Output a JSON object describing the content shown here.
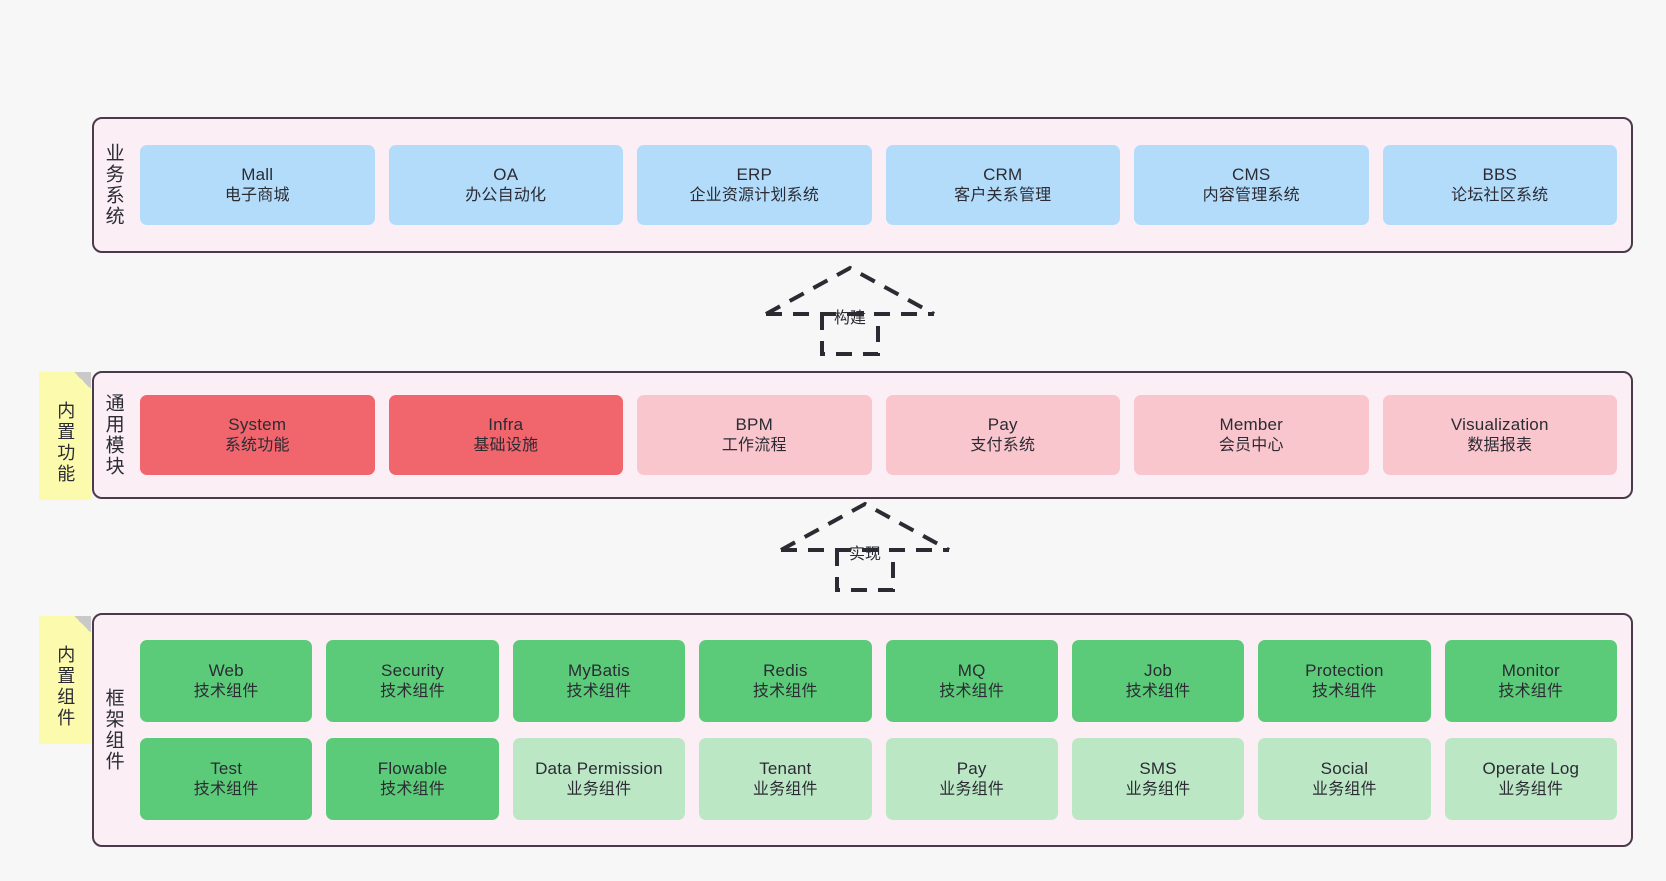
{
  "diagram": {
    "background_color": "#f7f7f7",
    "layer_fill": "#fbeef5",
    "layer_border": "#4b3a4a"
  },
  "colors": {
    "blue": "#b3dcfb",
    "red": "#f1656d",
    "pink": "#fac6ce",
    "green": "#5ccb79",
    "light_green": "#bbe7c5",
    "note_yellow": "#fcfaad"
  },
  "layers": [
    {
      "id": "business-systems",
      "label": "业务系统",
      "nodes": [
        {
          "title": "Mall",
          "sub": "电子商城",
          "color": "blue"
        },
        {
          "title": "OA",
          "sub": "办公自动化",
          "color": "blue"
        },
        {
          "title": "ERP",
          "sub": "企业资源计划系统",
          "color": "blue"
        },
        {
          "title": "CRM",
          "sub": "客户关系管理",
          "color": "blue"
        },
        {
          "title": "CMS",
          "sub": "内容管理系统",
          "color": "blue"
        },
        {
          "title": "BBS",
          "sub": "论坛社区系统",
          "color": "blue"
        }
      ]
    },
    {
      "id": "common-modules",
      "label": "通用模块",
      "note": "内置功能",
      "nodes": [
        {
          "title": "System",
          "sub": "系统功能",
          "color": "red"
        },
        {
          "title": "Infra",
          "sub": "基础设施",
          "color": "red"
        },
        {
          "title": "BPM",
          "sub": "工作流程",
          "color": "pink"
        },
        {
          "title": "Pay",
          "sub": "支付系统",
          "color": "pink"
        },
        {
          "title": "Member",
          "sub": "会员中心",
          "color": "pink"
        },
        {
          "title": "Visualization",
          "sub": "数据报表",
          "color": "pink"
        }
      ]
    },
    {
      "id": "framework-components",
      "label": "框架组件",
      "note": "内置组件",
      "nodes": [
        {
          "title": "Web",
          "sub": "技术组件",
          "color": "green"
        },
        {
          "title": "Security",
          "sub": "技术组件",
          "color": "green"
        },
        {
          "title": "MyBatis",
          "sub": "技术组件",
          "color": "green"
        },
        {
          "title": "Redis",
          "sub": "技术组件",
          "color": "green"
        },
        {
          "title": "MQ",
          "sub": "技术组件",
          "color": "green"
        },
        {
          "title": "Job",
          "sub": "技术组件",
          "color": "green"
        },
        {
          "title": "Protection",
          "sub": "技术组件",
          "color": "green"
        },
        {
          "title": "Monitor",
          "sub": "技术组件",
          "color": "green"
        },
        {
          "title": "Test",
          "sub": "技术组件",
          "color": "green"
        },
        {
          "title": "Flowable",
          "sub": "技术组件",
          "color": "green"
        },
        {
          "title": "Data Permission",
          "sub": "业务组件",
          "color": "light_green"
        },
        {
          "title": "Tenant",
          "sub": "业务组件",
          "color": "light_green"
        },
        {
          "title": "Pay",
          "sub": "业务组件",
          "color": "light_green"
        },
        {
          "title": "SMS",
          "sub": "业务组件",
          "color": "light_green"
        },
        {
          "title": "Social",
          "sub": "业务组件",
          "color": "light_green"
        },
        {
          "title": "Operate Log",
          "sub": "业务组件",
          "color": "light_green"
        }
      ]
    }
  ],
  "arrows": [
    {
      "id": "build",
      "label": "构建"
    },
    {
      "id": "implement",
      "label": "实现"
    }
  ]
}
